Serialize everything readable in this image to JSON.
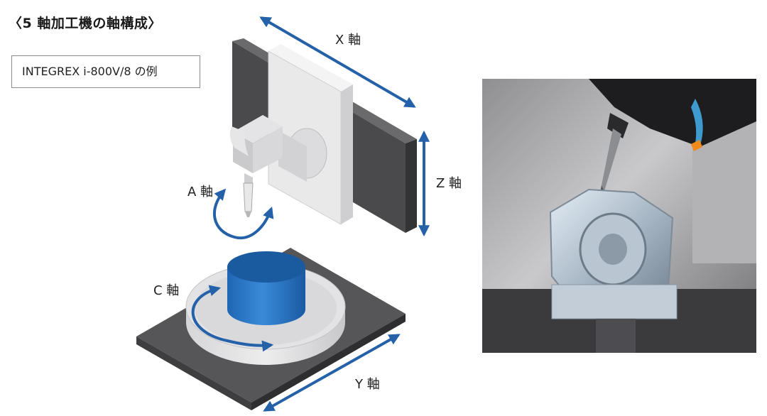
{
  "title": "〈5 軸加工機の軸構成〉",
  "model_example": "INTEGREX i-800V/8 の例",
  "axes": {
    "x": "X 軸",
    "y": "Y 軸",
    "z": "Z 軸",
    "a": "A 軸",
    "c": "C 軸"
  },
  "colors": {
    "arrow": "#2461a8",
    "workpiece": "#2a78c7",
    "dark_plate": "#4a4a4c",
    "machine_body": "#ececed"
  }
}
